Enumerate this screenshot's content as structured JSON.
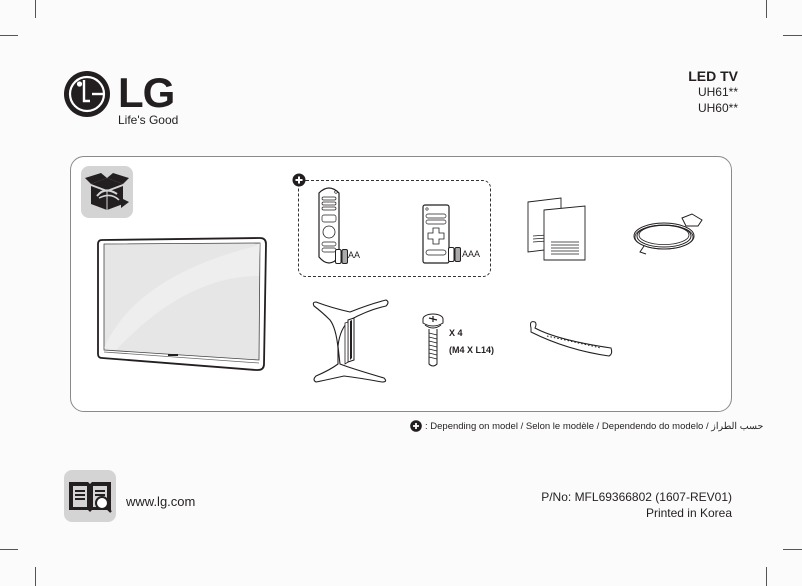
{
  "brand": {
    "name": "LG",
    "tagline": "Life's Good"
  },
  "product": {
    "title": "LED TV",
    "models": [
      "UH61**",
      "UH60**"
    ]
  },
  "contents": {
    "items": [
      {
        "name": "LED TV panel"
      },
      {
        "name": "Magic remote",
        "battery_label": "AA",
        "optional": true
      },
      {
        "name": "Standard remote",
        "battery_label": "AAA",
        "optional": true
      },
      {
        "name": "Owner's manual"
      },
      {
        "name": "Power cord"
      },
      {
        "name": "Stand base"
      },
      {
        "name": "Screws",
        "quantity_label": "X 4",
        "size_label": "(M4 X L14)"
      },
      {
        "name": "Cable holder"
      }
    ]
  },
  "footnote": {
    "text": ": Depending on model / Selon le modèle / Dependendo do modelo / حسب الطراز"
  },
  "footer": {
    "website": "www.lg.com",
    "part_number": "P/No: MFL69366802 (1607-REV01)",
    "printed": "Printed in Korea"
  },
  "colors": {
    "ink": "#231f20",
    "icon_tile": "#d4d4d4",
    "box_border": "#8a8a8a"
  }
}
